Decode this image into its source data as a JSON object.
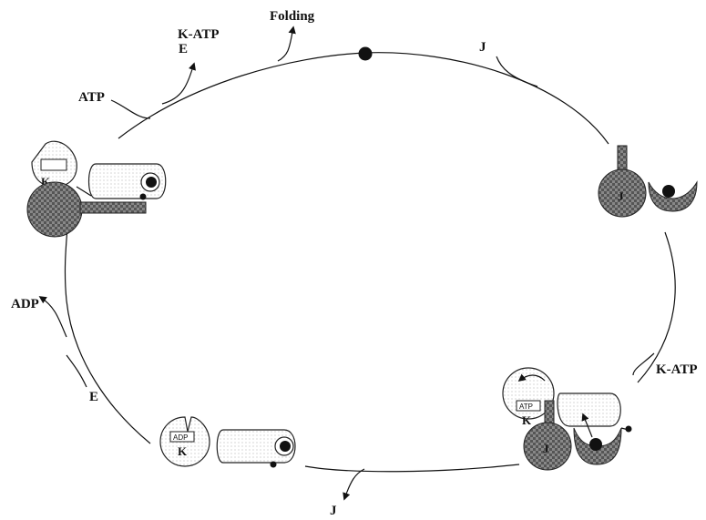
{
  "labels": {
    "folding": "Folding",
    "k_atp_top": "K-ATP",
    "e_top": "E",
    "atp_left": "ATP",
    "j_top": "J",
    "k_atp_right": "K-ATP",
    "adp_left": "ADP",
    "e_left": "E",
    "j_bottom": "J",
    "k_tl": "K",
    "k_bottom": "K",
    "adp_box": "ADP",
    "k_br": "K",
    "atp_box": "ATP",
    "j_right": "J",
    "j_br": "J"
  }
}
